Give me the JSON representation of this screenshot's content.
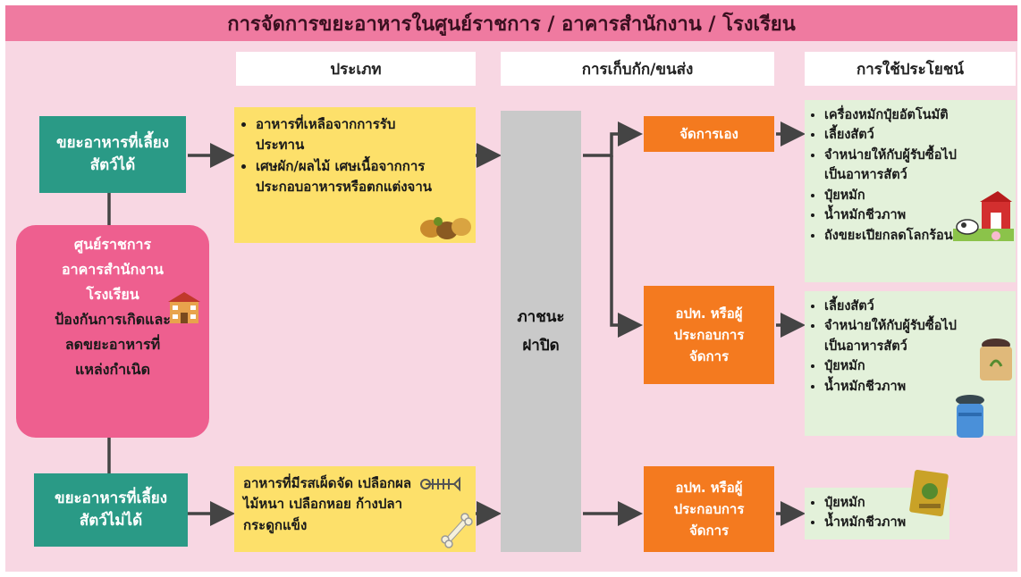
{
  "title": "การจัดการขยะอาหารในศูนย์ราชการ / อาคารสำนักงาน / โรงเรียน",
  "headers": {
    "type": "ประเภท",
    "collection": "การเก็บกัก/ขนส่ง",
    "utilization": "การใช้ประโยชน์"
  },
  "sources": {
    "feedable": "ขยะอาหารที่เลี้ยงสัตว์ได้",
    "not_feedable": "ขยะอาหารที่เลี้ยงสัตว์ไม่ได้"
  },
  "center": {
    "line1": "ศูนย์ราชการ",
    "line2": "อาคารสำนักงาน",
    "line3": "โรงเรียน",
    "line4": "ป้องกันการเกิดและ",
    "line5": "ลดขยะอาหารที่",
    "line6": "แหล่งกำเนิด"
  },
  "types": {
    "feedable_items": [
      "อาหารที่เหลือจากการรับประทาน",
      "เศษผัก/ผลไม้ เศษเนื้อจากการประกอบอาหารหรือตกแต่งจาน"
    ],
    "not_feedable_text": "อาหารที่มีรสเผ็ดจัด เปลือกผลไม้หนา เปลือกหอย ก้างปลา กระดูกแข็ง"
  },
  "container": "ภาชนะฝาปิด",
  "handlers": {
    "self": "จัดการเอง",
    "lao_1": "อปท. หรือผู้ประกอบการจัดการ",
    "lao_2": "อปท. หรือผู้ประกอบการจัดการ"
  },
  "uses": {
    "self": [
      "เครื่องหมักปุ๋ยอัตโนมัติ",
      "เลี้ยงสัตว์",
      "จำหน่ายให้กับผู้รับซื้อไปเป็นอาหารสัตว์",
      "ปุ๋ยหมัก",
      "น้ำหมักชีวภาพ",
      "ถังขยะเปียกลดโลกร้อน"
    ],
    "lao_1": [
      "เลี้ยงสัตว์",
      "จำหน่ายให้กับผู้รับซื้อไปเป็นอาหารสัตว์",
      "ปุ๋ยหมัก",
      "น้ำหมักชีวภาพ"
    ],
    "lao_2": [
      "ปุ๋ยหมัก",
      "น้ำหมักชีวภาพ"
    ]
  },
  "icons": [
    "school-icon",
    "food-icon",
    "fishbone-icon",
    "bone-icon",
    "barn-animals-icon",
    "compost-bag-icon",
    "bin-icon",
    "fertilizer-bag-icon"
  ],
  "colors": {
    "background": "#f8d7e3",
    "title_bar": "#ef7aa0",
    "teal": "#2a9a86",
    "pink": "#ee5f8f",
    "yellow": "#fde06a",
    "orange": "#f47a1f",
    "green": "#e3f1da",
    "gray": "#c9c9c9",
    "arrow": "#444444"
  }
}
